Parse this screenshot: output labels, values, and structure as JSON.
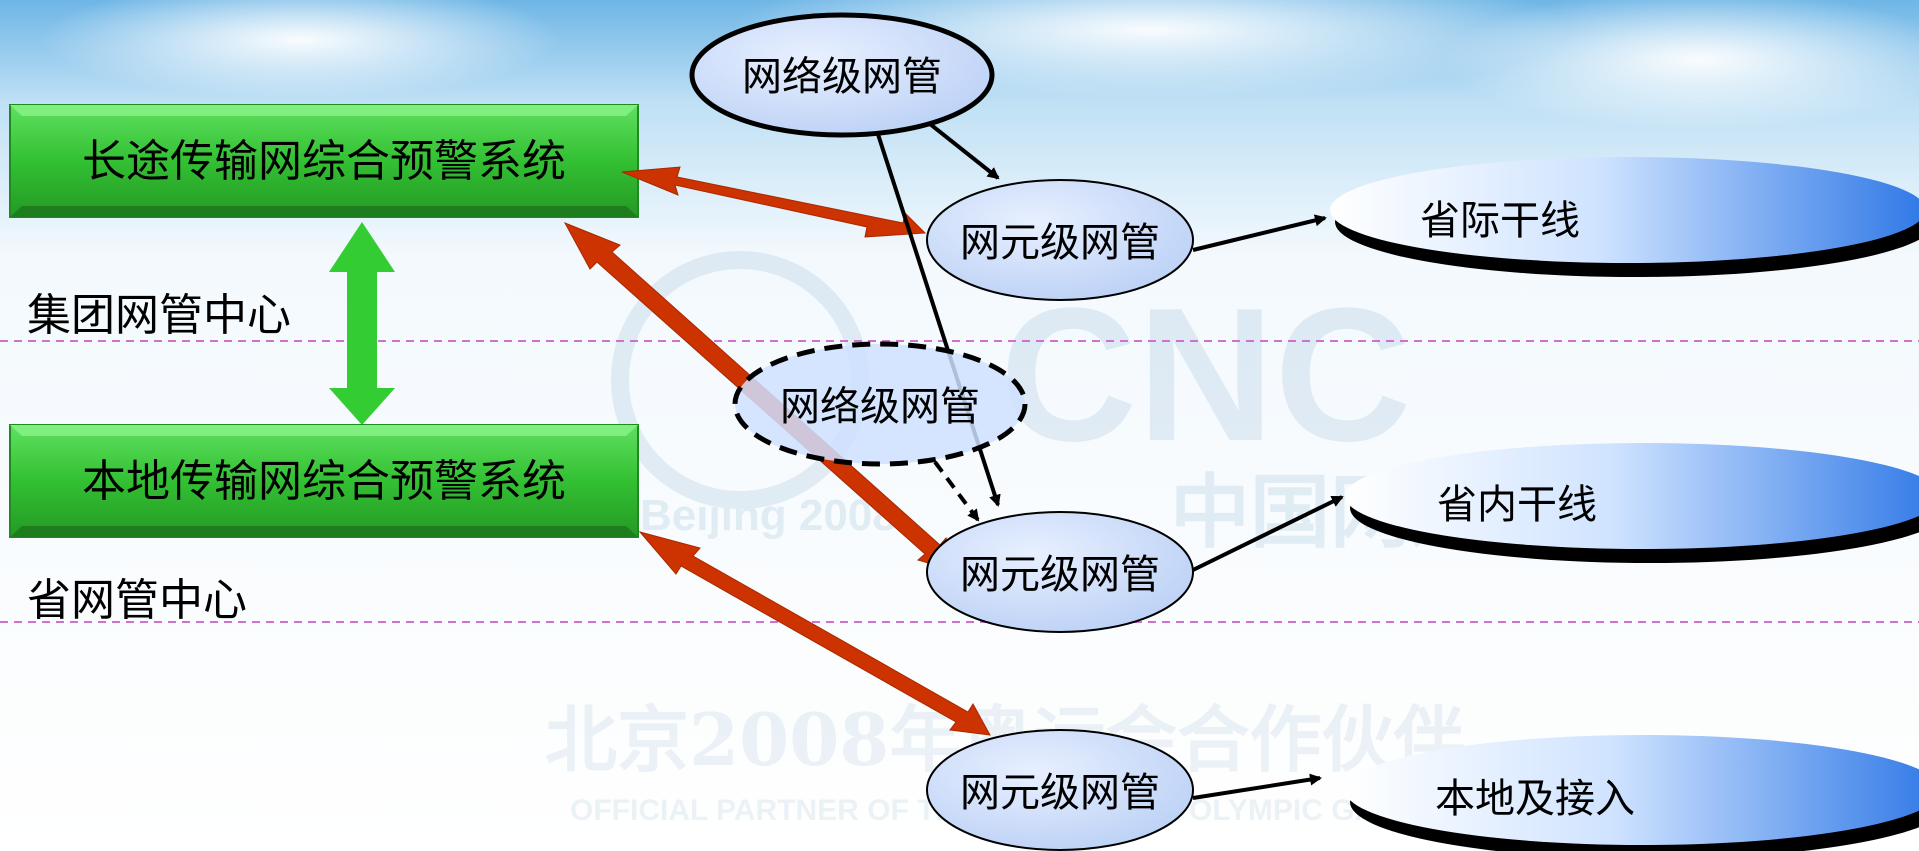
{
  "systems": {
    "longhaul": "长途传输网综合预警系统",
    "local": "本地传输网综合预警系统"
  },
  "centers": {
    "group": "集团网管中心",
    "province": "省网管中心"
  },
  "managers": {
    "network_top": "网络级网管",
    "network_mid": "网络级网管",
    "element_1": "网元级网管",
    "element_2": "网元级网管",
    "element_3": "网元级网管"
  },
  "lines": {
    "inter_province": "省际干线",
    "intra_province": "省内干线",
    "local_access": "本地及接入"
  },
  "watermark": {
    "partner_cn": "北京2008年奥运会合作伙伴",
    "partner_en": "OFFICIAL PARTNER OF THE BEIJING 2008 OLYMPIC GAMES",
    "brand": "CNC",
    "brand_cn": "中国网通",
    "games": "Beijing 2008"
  },
  "colors": {
    "system_box": "#33bb33",
    "bidirectional_arrow": "#cc3300",
    "center_arrow": "#33cc33",
    "manager_ellipse": "#cfe0ff",
    "line_ellipse_dark": "#3a7fe0",
    "divider": "#d070d0"
  }
}
